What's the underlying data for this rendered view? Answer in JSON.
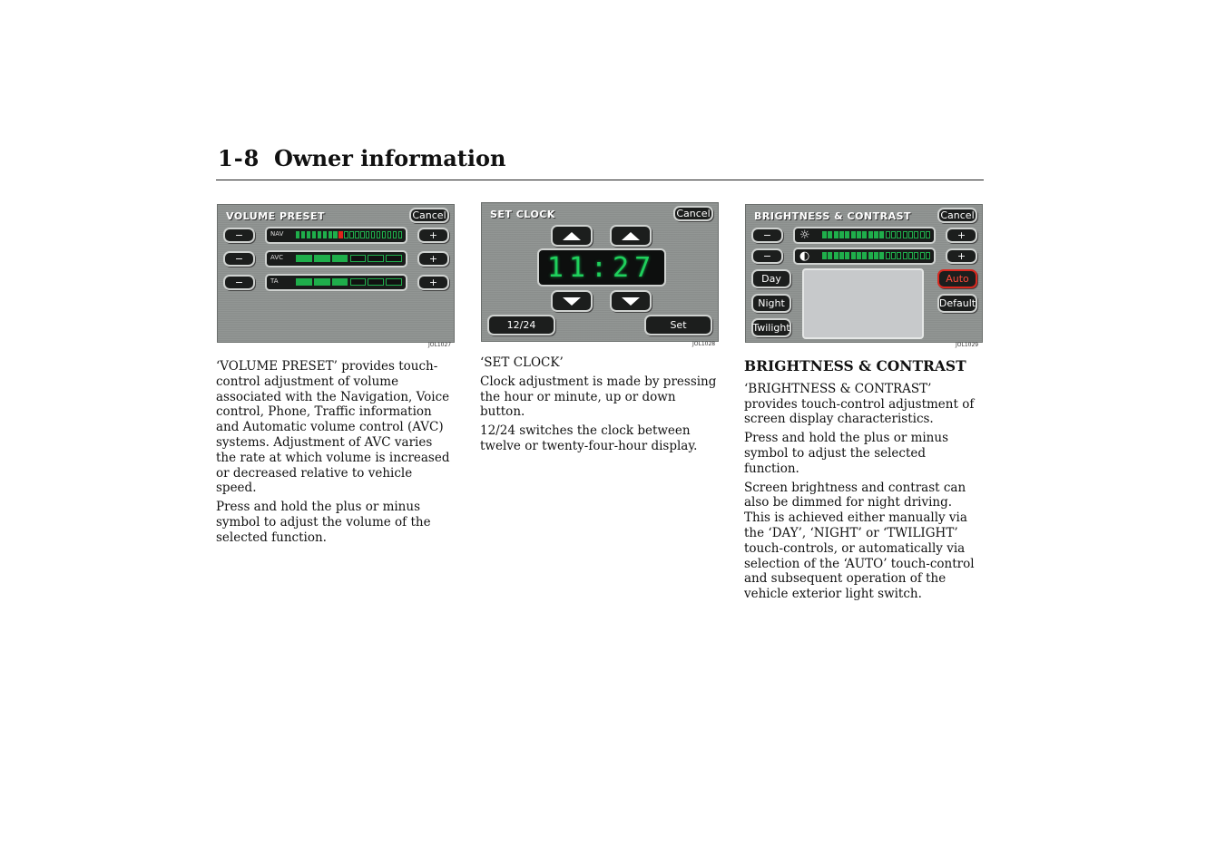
{
  "header": {
    "number": "1-8",
    "title": "Owner information"
  },
  "panels": {
    "volume": {
      "title": "VOLUME PRESET",
      "cancel": "Cancel",
      "minus": "−",
      "plus": "+",
      "rows": [
        {
          "label": "NAV",
          "level": 0.45
        },
        {
          "label": "AVC",
          "level": 0.43
        },
        {
          "label": "TA",
          "level": 0.43
        }
      ],
      "ref": "JOL1027"
    },
    "clock": {
      "title": "SET CLOCK",
      "cancel": "Cancel",
      "time": "11:27",
      "mode": "12/24",
      "set": "Set",
      "ref": "JOL1028"
    },
    "brightness": {
      "title": "BRIGHTNESS & CONTRAST",
      "cancel": "Cancel",
      "minus": "−",
      "plus": "+",
      "brightness_level": 0.58,
      "contrast_level": 0.58,
      "day": "Day",
      "night": "Night",
      "twilight": "Twilight",
      "auto": "Auto",
      "default": "Default",
      "ref": "JOL1029"
    }
  },
  "text": {
    "volume": [
      "‘VOLUME PRESET’ provides touch-control adjustment of volume associated with the Navigation, Voice control, Phone, Traffic information and Automatic volume control (AVC) systems. Adjustment of AVC varies the rate at which volume is increased or decreased relative to vehicle speed.",
      "Press and hold the plus or minus symbol to adjust the volume of the selected function."
    ],
    "clock": [
      "‘SET CLOCK’",
      "Clock adjustment is made by pressing the hour or minute, up or down button.",
      "12/24 switches the clock between twelve or twenty-four-hour display."
    ],
    "brightness_heading": "BRIGHTNESS & CONTRAST",
    "brightness": [
      "‘BRIGHTNESS & CONTRAST’ provides touch-control adjustment of screen display characteristics.",
      "Press and hold the plus or minus symbol to adjust the selected function.",
      "Screen brightness and contrast can also be dimmed for night driving. This is achieved either manually via the ‘DAY’, ‘NIGHT’ or ‘TWILIGHT’ touch-controls, or automatically via selection of the ‘AUTO’ touch-control and subsequent operation of the vehicle exterior light switch."
    ]
  },
  "colors": {
    "bar_green": "#1fae4b",
    "active_red": "#e0241c",
    "panel_grey": "#8e9290"
  }
}
